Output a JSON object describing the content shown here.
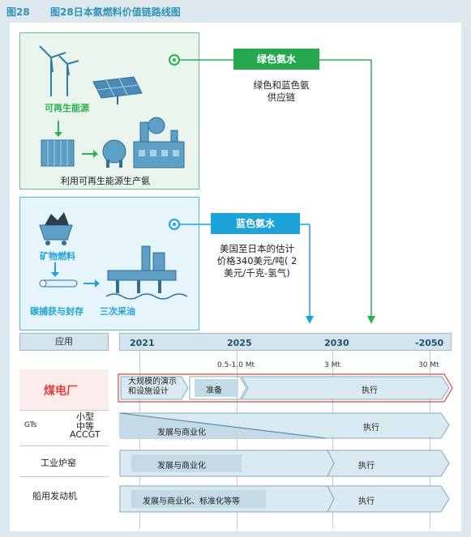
{
  "header": {
    "figure_label": "图28",
    "title": "图28日本氨燃料价值链路线图"
  },
  "supply": {
    "green": {
      "icon_label": "可再生能源",
      "caption": "利用可再生能源生产氨",
      "tag": "绿色氨水",
      "desc_line1": "绿色和蓝色氨",
      "desc_line2": "供应链"
    },
    "blue": {
      "icon_label1": "矿物燃料",
      "icon_label2": "碳捕获与封存",
      "icon_label3": "三次采油",
      "tag": "蓝色氨水",
      "desc_line1": "美国至日本的估计",
      "desc_line2": "价格340美元/吨( 2",
      "desc_line3": "美元/千克-氢气)"
    }
  },
  "timeline": {
    "app_header": "应用",
    "years": [
      "2021",
      "2025",
      "2030",
      "-2050"
    ],
    "volumes": [
      "0.5-1.0 Mt",
      "3 Mt",
      "30 Mt"
    ]
  },
  "rows": {
    "coal": {
      "label": "煤电厂",
      "phase1": "大规模的演示",
      "phase1b": "和设施设计",
      "phase2": "准备",
      "phase3": "执行"
    },
    "gts": {
      "label": "GTs",
      "sub1": "小型",
      "sub2": "中等",
      "sub3": "ACCGT",
      "phase1": "发展与商业化",
      "phase2": "执行"
    },
    "furnace": {
      "label": "工业炉窑",
      "phase1": "发展与商业化",
      "phase2": "执行"
    },
    "marine": {
      "label": "船用发动机",
      "phase1": "发展与商业化、标准化等等",
      "phase2": "执行"
    }
  },
  "colors": {
    "green": "#27a84f",
    "blue": "#1ea2db",
    "coal_red": "#e0443f",
    "timeline_fill": "#d9eaf2",
    "timeline_stroke": "#7fa9bf"
  }
}
